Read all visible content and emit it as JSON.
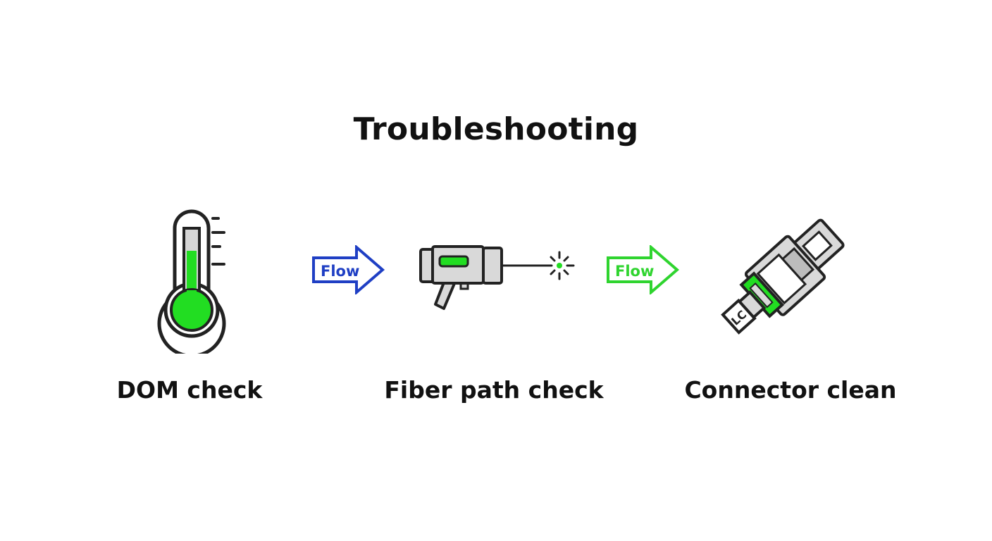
{
  "title": "Troubleshooting",
  "steps": [
    {
      "label": "DOM check",
      "icon": "thermometer-icon"
    },
    {
      "label": "Fiber path check",
      "icon": "visual-fault-locator-icon"
    },
    {
      "label": "Connector clean",
      "icon": "lc-connector-icon"
    }
  ],
  "arrows": [
    {
      "label": "Flow",
      "color": "#1f3fc4"
    },
    {
      "label": "Flow",
      "color": "#2fd42f"
    }
  ],
  "connector_mark": "LC",
  "colors": {
    "accent_green": "#22dd22",
    "outline": "#222222",
    "body_gray": "#d9d9d9",
    "dark_gray": "#bcbcbc"
  }
}
